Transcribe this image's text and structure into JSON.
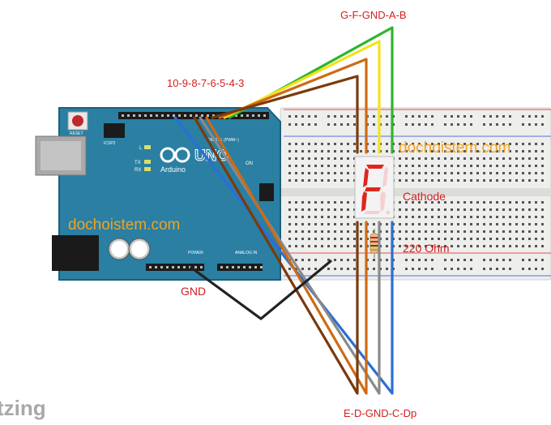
{
  "labels": {
    "top_pins": "G-F-GND-A-B",
    "arduino_pins": "10-9-8-7-6-5-4-3",
    "watermark_board": "dochoistem.com",
    "watermark_breadboard": "dochoistem.com",
    "cathode": "Cathode",
    "resistor": "220 Ohm",
    "gnd": "GND",
    "bottom_pins": "E-D-GND-C-Dp",
    "fritzing": "tzing"
  },
  "arduino": {
    "brand": "Arduino",
    "model": "UNO",
    "reset": "RESET",
    "icsp": "ICSP2",
    "led_l": "L",
    "led_tx": "TX",
    "led_rx": "RX",
    "digital": "DIGITAL (PWM~)",
    "power": "POWER",
    "analog": "ANALOG IN",
    "on": "ON"
  },
  "display": {
    "digit": "F"
  },
  "colors": {
    "board": "#2a7fa3",
    "wire_green": "#2eb52e",
    "wire_yellow": "#f3e21a",
    "wire_orange": "#cf6a13",
    "wire_brown": "#7a3a0c",
    "wire_blue": "#2a6fd6",
    "wire_gray": "#8a8a8a",
    "wire_black": "#222222",
    "segment_on": "#e0261f"
  }
}
